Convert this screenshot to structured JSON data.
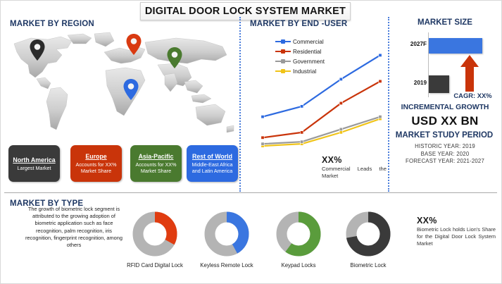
{
  "header": {
    "title": "DIGITAL DOOR LOCK SYSTEM MARKET"
  },
  "region": {
    "title": "MARKET BY REGION",
    "pins": [
      {
        "name": "pin-north-america",
        "color": "#2b2b2b"
      },
      {
        "name": "pin-europe",
        "color": "#C9340A"
      },
      {
        "name": "pin-asia-pacific",
        "color": "#4A7A2F"
      },
      {
        "name": "pin-rest-of-world",
        "color": "#2d6ae0"
      }
    ],
    "boxes": [
      {
        "name": "North America",
        "sub": "Largest Market",
        "color": "#3a3a3a"
      },
      {
        "name": "Europe",
        "sub": "Accounts for XX% Market Share",
        "color": "#C9340A"
      },
      {
        "name": "Asia-Pacific",
        "sub": "Accounts for XX% Market Share",
        "color": "#4A7A2F"
      },
      {
        "name": "Rest of World",
        "sub": "Middle-East Africa and Latin America",
        "color": "#2d6ae0"
      }
    ]
  },
  "end_user": {
    "title": "MARKET BY END -USER",
    "note_value": "XX%",
    "note_text": "Commercial Leads the Market"
  },
  "market_size": {
    "title": "MARKET SIZE",
    "bar_2027_label": "2027F",
    "bar_2019_label": "2019",
    "cagr_label": "CAGR: XX%"
  },
  "incremental_growth": {
    "title": "INCREMENTAL GROWTH",
    "value": "USD XX BN"
  },
  "study_period": {
    "title": "MARKET STUDY PERIOD",
    "lines": [
      "HISTORIC YEAR: 2019",
      "BASE YEAR: 2020",
      "FORECAST YEAR: 2021-2027"
    ]
  },
  "market_by_type": {
    "title": "MARKET BY TYPE",
    "description": "The growth of biometric lock segment is attributed to the growing adoption of biometric application such as face recognition, palm recognition, iris recognition, fingerprint recognition, among others",
    "note_value": "XX%",
    "note_text": "Biometric Lock holds Lion's Share for the Digital Door Lock System Market"
  },
  "chart_data": [
    {
      "type": "line",
      "title": "MARKET BY END -USER",
      "x": [
        1,
        2,
        3,
        4
      ],
      "xlabel": "",
      "ylabel": "",
      "grid": false,
      "legend_position": "top-left",
      "series": [
        {
          "name": "Commercial",
          "color": "#2d6ae0",
          "values": [
            34,
            44,
            70,
            93
          ]
        },
        {
          "name": "Residential",
          "color": "#C9340A",
          "values": [
            14,
            19,
            47,
            68
          ]
        },
        {
          "name": "Government",
          "color": "#9a9a9a",
          "values": [
            8,
            10,
            22,
            34
          ]
        },
        {
          "name": "Industrial",
          "color": "#f0c419",
          "values": [
            6,
            8,
            19,
            32
          ]
        }
      ]
    },
    {
      "type": "bar",
      "title": "MARKET SIZE",
      "categories": [
        "2019",
        "2027F"
      ],
      "values": [
        29,
        76
      ],
      "unit": "relative bar length",
      "annotation": "CAGR: XX%"
    },
    {
      "type": "pie",
      "title": "RFID Card Digital Lock",
      "labels": [
        "share",
        "remainder"
      ],
      "values": [
        33,
        67
      ],
      "colors": [
        "#E03C10",
        "#b4b4b4"
      ]
    },
    {
      "type": "pie",
      "title": "Keyless Remote Lock",
      "labels": [
        "share",
        "remainder"
      ],
      "values": [
        42,
        58
      ],
      "colors": [
        "#3a76e0",
        "#b4b4b4"
      ]
    },
    {
      "type": "pie",
      "title": "Keypad Locks",
      "labels": [
        "share",
        "remainder"
      ],
      "values": [
        60,
        40
      ],
      "colors": [
        "#5a9c3c",
        "#b4b4b4"
      ]
    },
    {
      "type": "pie",
      "title": "Biometric Lock",
      "labels": [
        "share",
        "remainder"
      ],
      "values": [
        72,
        28
      ],
      "colors": [
        "#3a3a3a",
        "#b4b4b4"
      ]
    }
  ],
  "donuts": [
    {
      "label": "RFID Card Digital Lock",
      "value": 33,
      "color": "#E03C10"
    },
    {
      "label": "Keyless Remote Lock",
      "value": 42,
      "color": "#3a76e0"
    },
    {
      "label": "Keypad Locks",
      "value": 60,
      "color": "#5a9c3c"
    },
    {
      "label": "Biometric Lock",
      "value": 72,
      "color": "#3a3a3a"
    }
  ]
}
